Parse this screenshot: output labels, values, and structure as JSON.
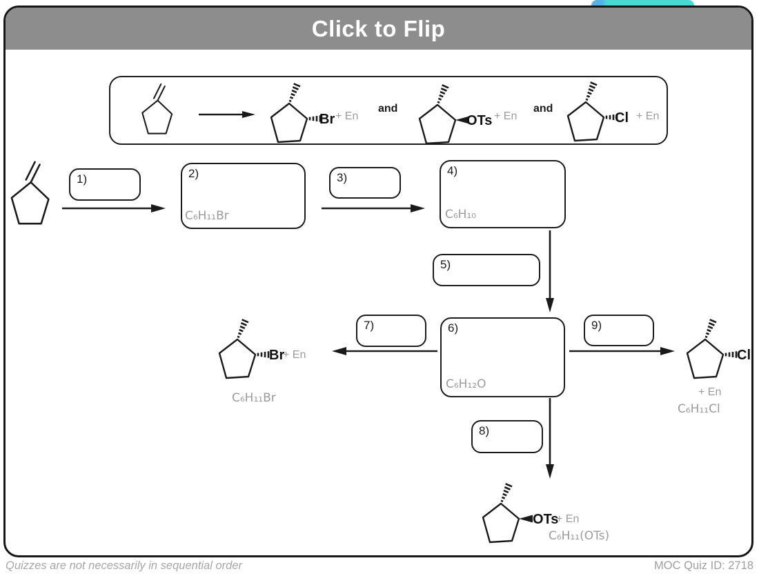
{
  "title": "Click to Flip",
  "example": {
    "and1": "and",
    "and2": "and",
    "br": {
      "label": "Br",
      "en": "+ En"
    },
    "ots": {
      "label": "OTs",
      "en": "+ En"
    },
    "cl": {
      "label": "Cl",
      "en": "+ En"
    }
  },
  "cards": {
    "c1": "1)",
    "c2": "2)",
    "c3": "3)",
    "c4": "4)",
    "c5": "5)",
    "c6": "6)",
    "c7": "7)",
    "c8": "8)",
    "c9": "9)"
  },
  "formulas": {
    "card2": "C₆H₁₁Br",
    "card4": "C₆H₁₀",
    "card6": "C₆H₁₂O",
    "product_left": "C₆H₁₁Br",
    "product_right": "C₆H₁₁Cl",
    "product_bottom": "C₆H₁₁(OTs)"
  },
  "products": {
    "left": {
      "label": "Br",
      "en": "+ En"
    },
    "right": {
      "label": "Cl",
      "en": "+ En"
    },
    "bottom": {
      "label": "OTs",
      "en": "+ En"
    }
  },
  "footer": {
    "left": "Quizzes are not necessarily in sequential order",
    "right": "MOC Quiz ID: 2718"
  },
  "colors": {
    "header": "#8d8d8d",
    "muted": "#9b9b9b",
    "accent": "#4ad9d2",
    "accent2": "#55b1e6",
    "ink": "#1a1a1a"
  }
}
